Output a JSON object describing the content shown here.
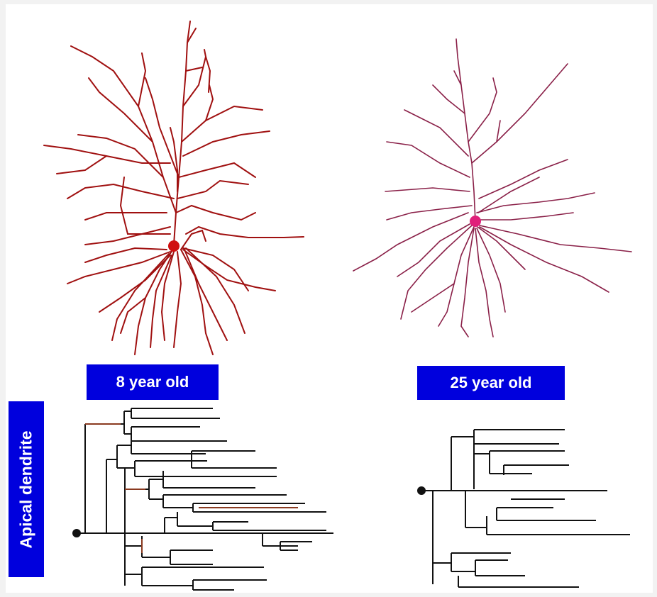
{
  "labels": {
    "young": "8 year old",
    "adult": "25 year old",
    "row": "Apical dendrite"
  },
  "colors": {
    "young_neuron": "#a01010",
    "young_soma": "#d01010",
    "adult_neuron": "#8a2048",
    "adult_soma": "#e0207a",
    "dendrogram_line": "#111111",
    "dendrogram_accent": "#8a3a20",
    "label_bg": "#0000dd",
    "label_text": "#ffffff"
  }
}
